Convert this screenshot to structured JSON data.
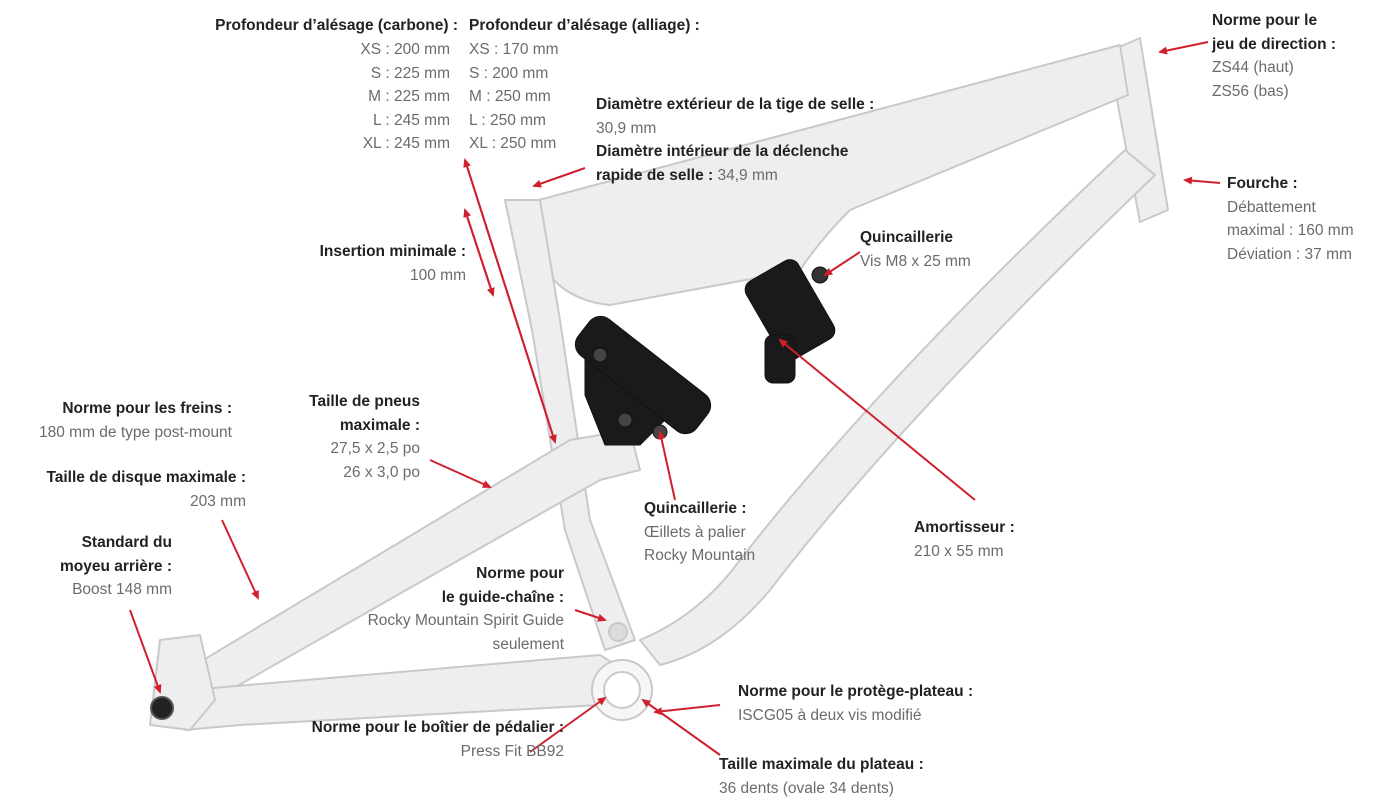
{
  "colors": {
    "arrow": "#d0202e",
    "frame": "#eeeeef",
    "frame_edge": "#c9c9cc",
    "shock": "#1a1a1a",
    "heading": "#222222",
    "value": "#6b6b6b"
  },
  "bore_carbon": {
    "title": "Profondeur d’alésage (carbone) :",
    "rows": [
      "XS : 200 mm",
      "S : 225 mm",
      "M : 225 mm",
      "L : 245 mm",
      "XL : 245 mm"
    ]
  },
  "bore_alloy": {
    "title": "Profondeur d’alésage (alliage) :",
    "rows": [
      "XS : 170 mm",
      "S : 200 mm",
      "M : 250 mm",
      "L : 250 mm",
      "XL : 250 mm"
    ]
  },
  "seatpost": {
    "outer_title": "Diamètre extérieur de la tige de selle :",
    "outer_value": "30,9 mm",
    "clamp_title_1": "Diamètre intérieur de la déclenche",
    "clamp_title_2": "rapide de selle :",
    "clamp_value": "34,9 mm"
  },
  "headset": {
    "title_1": "Norme pour le",
    "title_2": "jeu de direction :",
    "value_1": "ZS44 (haut)",
    "value_2": "ZS56 (bas)"
  },
  "fork": {
    "title": "Fourche :",
    "value_1": "Débattement",
    "value_2": "maximal : 160 mm",
    "value_3": "Déviation : 37 mm"
  },
  "insertion": {
    "title": "Insertion minimale :",
    "value": "100 mm"
  },
  "hardware_top": {
    "title": "Quincaillerie",
    "value": "Vis M8 x 25 mm"
  },
  "brakes": {
    "title": "Norme pour les freins :",
    "value": "180 mm de type post-mount"
  },
  "tires": {
    "title_1": "Taille de pneus",
    "title_2": "maximale :",
    "value_1": "27,5 x 2,5 po",
    "value_2": "26 x 3,0 po"
  },
  "rotor": {
    "title": "Taille de disque maximale :",
    "value": "203 mm"
  },
  "hub": {
    "title_1": "Standard du",
    "title_2": "moyeu arrière :",
    "value": "Boost 148 mm"
  },
  "hardware_mid": {
    "title": "Quincaillerie :",
    "value_1": "Œillets à palier",
    "value_2": "Rocky Mountain"
  },
  "shock": {
    "title": "Amortisseur :",
    "value": "210 x 55 mm"
  },
  "chainguide": {
    "title_1": "Norme pour",
    "title_2": "le guide-chaîne :",
    "value_1": "Rocky Mountain Spirit Guide",
    "value_2": "seulement"
  },
  "bashguard": {
    "title": "Norme pour le protège-plateau :",
    "value": "ISCG05 à deux vis modifié"
  },
  "bottom_bracket": {
    "title": "Norme pour le boîtier de pédalier :",
    "value": "Press Fit BB92"
  },
  "chainring": {
    "title": "Taille maximale du plateau :",
    "value": "36 dents (ovale 34 dents)"
  }
}
